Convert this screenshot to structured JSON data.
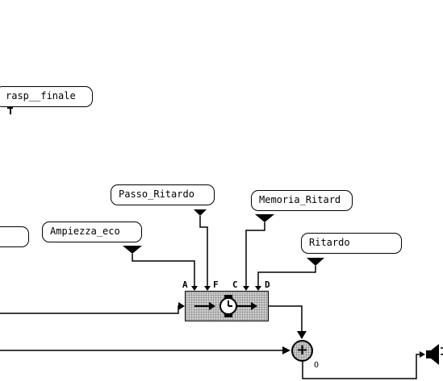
{
  "blocks": {
    "tags": {
      "rasp_finale": "rasp__finale",
      "passo_ritardo": "Passo_Ritardo",
      "memoria_ritardo": "Memoria_Ritard",
      "ampiezza_eco": "Ampiezza_eco",
      "ritardo": "Ritardo"
    },
    "delay_block": {
      "ports": {
        "a": "A",
        "f": "F",
        "c": "C",
        "d": "D"
      },
      "icon": "clock-icon"
    },
    "sum_block": {
      "symbol": "+",
      "output_label": "O"
    },
    "speaker": {
      "icon": "speaker-icon"
    }
  }
}
